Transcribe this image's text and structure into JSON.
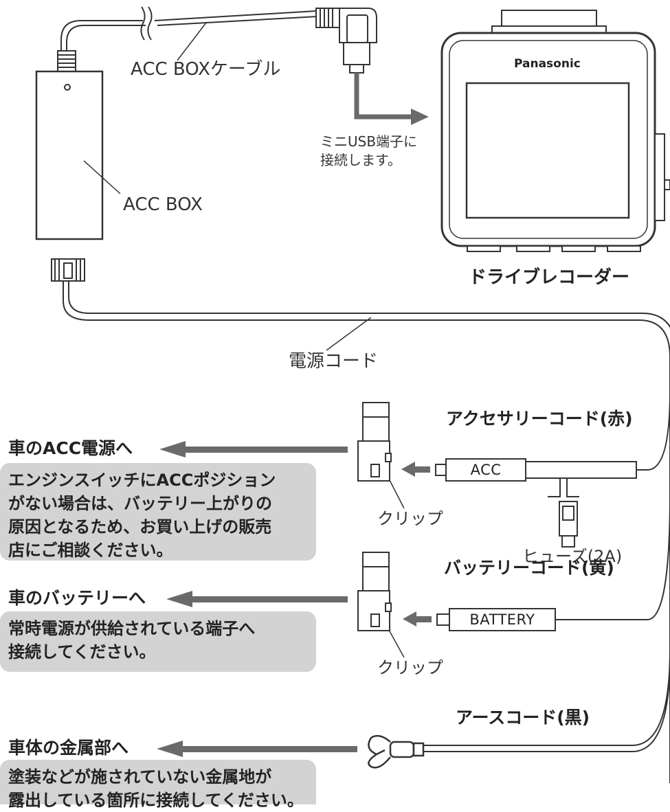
{
  "labels": {
    "acc_box_cable": "ACC BOXケーブル",
    "acc_box": "ACC BOX",
    "mini_usb_note": "ミニUSB端子に\n接続します。",
    "brand": "Panasonic",
    "drive_recorder": "ドライブレコーダー",
    "power_cord": "電源コード",
    "accessory_cord": "アクセサリーコード(赤)",
    "acc_tag": "ACC",
    "clip_1": "クリップ",
    "fuse": "ヒューズ(2A)",
    "battery_cord": "バッテリーコード(黄)",
    "battery_tag": "BATTERY",
    "clip_2": "クリップ",
    "earth_cord": "アースコード(黒)"
  },
  "destinations": [
    {
      "title": "車のACC電源へ",
      "note": "エンジンスイッチにACCポジション\nがない場合は、バッテリー上がりの\n原因となるため、お買い上げの販売\n店にご相談ください。"
    },
    {
      "title": "車のバッテリーへ",
      "note": "常時電源が供給されている端子へ\n接続してください。"
    },
    {
      "title": "車体の金属部へ",
      "note": "塗装などが施されていない金属地が\n露出している箇所に接続してください。"
    }
  ],
  "colors": {
    "arrow": "#6a6a6a",
    "line": "#333333",
    "note_bg": "#d3d3d3"
  }
}
